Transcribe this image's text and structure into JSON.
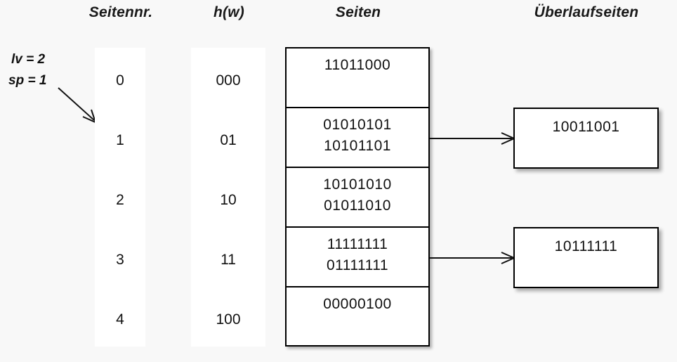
{
  "headers": {
    "page_number": "Seitennr.",
    "hash": "h(w)",
    "pages": "Seiten",
    "overflow_pages": "Überlaufseiten"
  },
  "params": {
    "lv": "lv = 2",
    "sp": "sp = 1"
  },
  "colors": {
    "background": "#f8f8f8",
    "box_fill": "#ffffff",
    "stroke": "#000000",
    "text": "#111111"
  },
  "columns": {
    "page_numbers": [
      "0",
      "1",
      "2",
      "3",
      "4"
    ],
    "hash_values": [
      "000",
      "01",
      "10",
      "11",
      "100"
    ]
  },
  "pages": [
    {
      "lines": [
        "11011000"
      ]
    },
    {
      "lines": [
        "01010101",
        "10101101"
      ]
    },
    {
      "lines": [
        "10101010",
        "01011010"
      ]
    },
    {
      "lines": [
        "11111111",
        "01111111"
      ]
    },
    {
      "lines": [
        "00000100"
      ]
    }
  ],
  "overflow_pages": [
    {
      "value": "10011001",
      "from_page_index": 1
    },
    {
      "value": "10111111",
      "from_page_index": 3
    }
  ]
}
